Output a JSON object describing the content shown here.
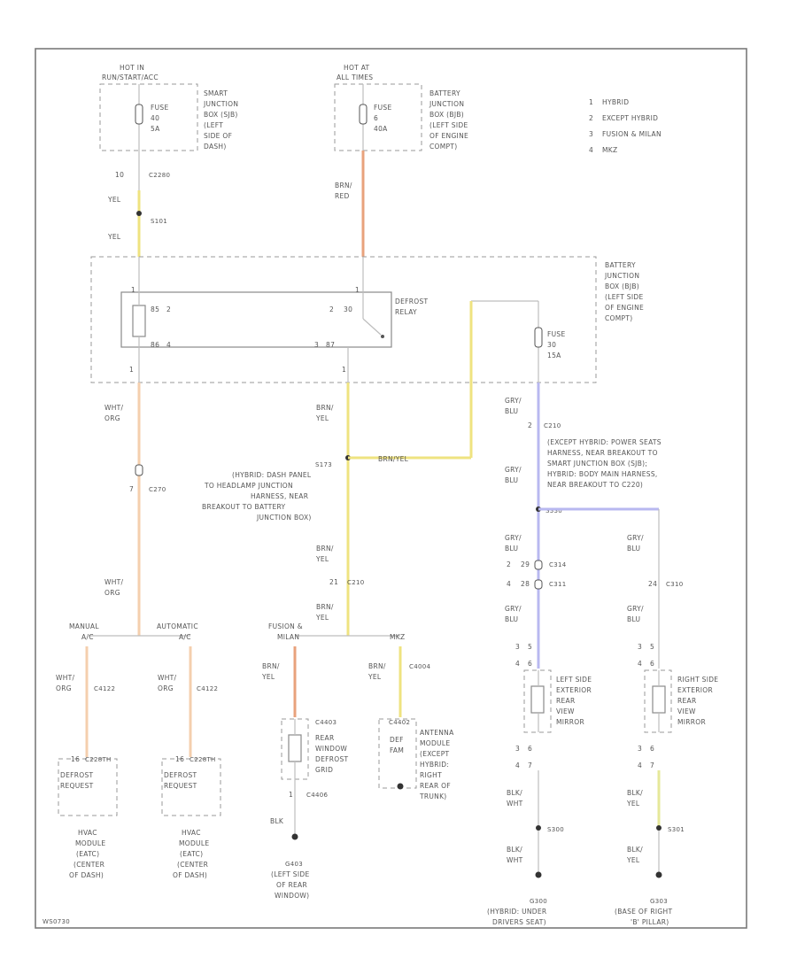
{
  "legend": [
    {
      "num": "1",
      "text": "HYBRID"
    },
    {
      "num": "2",
      "text": "EXCEPT HYBRID"
    },
    {
      "num": "3",
      "text": "FUSION & MILAN"
    },
    {
      "num": "4",
      "text": "MKZ"
    }
  ],
  "hot_in_run": {
    "line1": "HOT IN",
    "line2": "RUN/START/ACC"
  },
  "hot_at_all": {
    "line1": "HOT AT",
    "line2": "ALL TIMES"
  },
  "sjb": [
    "SMART",
    "JUNCTION",
    "BOX (SJB)",
    "(LEFT",
    "SIDE OF",
    "DASH)"
  ],
  "bjb_top": [
    "BATTERY",
    "JUNCTION",
    "BOX (BJB)",
    "(LEFT SIDE",
    "OF ENGINE",
    "COMPT)"
  ],
  "bjb_mid": [
    "BATTERY",
    "JUNCTION",
    "BOX (BJB)",
    "(LEFT SIDE",
    "OF ENGINE",
    "COMPT)"
  ],
  "fuse1": [
    "FUSE",
    "40",
    "5A"
  ],
  "fuse2": [
    "FUSE",
    "6",
    "40A"
  ],
  "fuse3": [
    "FUSE",
    "30",
    "15A"
  ],
  "c2280": {
    "pin": "10",
    "code": "C2280"
  },
  "s101": "S101",
  "wires": {
    "yel": "YEL",
    "brn_red": [
      "BRN/",
      "RED"
    ],
    "wht_org": [
      "WHT/",
      "ORG"
    ],
    "brn_yel": [
      "BRN/",
      "YEL"
    ],
    "brn_yel_inline": "BRN/YEL",
    "gry_blu": [
      "GRY/",
      "BLU"
    ],
    "blk": "BLK",
    "blk_wht": [
      "BLK/",
      "WHT"
    ],
    "blk_yel": [
      "BLK/",
      "YEL"
    ]
  },
  "relay": {
    "title": [
      "DEFROST",
      "RELAY"
    ],
    "pin_85": "85",
    "pin_30": "30",
    "pin_86": "86",
    "pin_87": "87",
    "num_2": "2",
    "num_1": "1",
    "num_4": "4",
    "num_3": "3"
  },
  "c270": {
    "pin": "7",
    "code": "C270"
  },
  "c210_top": {
    "pin": "2",
    "code": "C210"
  },
  "c210_mid": {
    "pin": "21",
    "code": "C210"
  },
  "s173": "S173",
  "s173_desc": [
    "(HYBRID: DASH PANEL",
    "TO HEADLAMP JUNCTION",
    "HARNESS, NEAR",
    "BREAKOUT TO BATTERY",
    "JUNCTION BOX)"
  ],
  "s330": "S330",
  "s330_desc": [
    "(EXCEPT HYBRID: POWER SEATS",
    "HARNESS, NEAR BREAKOUT TO",
    "SMART JUNCTION BOX (SJB);",
    "HYBRID: BODY MAIN HARNESS,",
    "NEAR BREAKOUT TO C220)"
  ],
  "c314": {
    "pin_a": "2",
    "pin_b": "29",
    "code": "C314"
  },
  "c311": {
    "pin_a": "4",
    "pin_b": "28",
    "code": "C311"
  },
  "c310": {
    "pin": "24",
    "code": "C310"
  },
  "manual": [
    "MANUAL",
    "A/C"
  ],
  "automatic": [
    "AUTOMATIC",
    "A/C"
  ],
  "c4122a": "C4122",
  "c4122b": "C4122",
  "c228": {
    "pin": "16",
    "code": "C228TH"
  },
  "c228b": {
    "pin": "16",
    "code": "C228TH"
  },
  "defrost_req": [
    "DEFROST",
    "REQUEST"
  ],
  "hvac1": [
    "HVAC",
    "MODULE",
    "(EATC)",
    "(CENTER",
    "OF DASH)"
  ],
  "hvac2": [
    "HVAC",
    "MODULE",
    "(EATC)",
    "(CENTER",
    "OF DASH)"
  ],
  "fusion_milan": [
    "FUSION &",
    "MILAN"
  ],
  "mkz": "MKZ",
  "c4004": "C4004",
  "c4403": "C4403",
  "c4402": "C4402",
  "c4406": {
    "pin": "1",
    "code": "C4406"
  },
  "rear_defrost": [
    "REAR",
    "WINDOW",
    "DEFROST",
    "GRID"
  ],
  "def_fam": [
    "DEF",
    "FAM"
  ],
  "antenna": [
    "ANTENNA",
    "MODULE",
    "(EXCEPT",
    "HYBRID:",
    "RIGHT",
    "REAR OF",
    "TRUNK)"
  ],
  "g403": "G403",
  "g403_desc": [
    "(LEFT SIDE",
    "OF REAR",
    "WINDOW)"
  ],
  "left_mirror": [
    "LEFT SIDE",
    "EXTERIOR",
    "REAR",
    "VIEW",
    "MIRROR"
  ],
  "right_mirror": [
    "RIGHT SIDE",
    "EXTERIOR",
    "REAR",
    "VIEW",
    "MIRROR"
  ],
  "pins_3_5": [
    "3",
    "5"
  ],
  "pins_4_6": [
    "4",
    "6"
  ],
  "pins_3_6": [
    "3",
    "6"
  ],
  "pins_4_7": [
    "4",
    "7"
  ],
  "s300": "S300",
  "s301": "S301",
  "g300": "G300",
  "g300_desc": [
    "(HYBRID: UNDER",
    "DRIVERS SEAT)"
  ],
  "g303": "G303",
  "g303_desc": [
    "(BASE OF RIGHT",
    "'B' PILLAR)"
  ],
  "footer_code": "WS0730"
}
